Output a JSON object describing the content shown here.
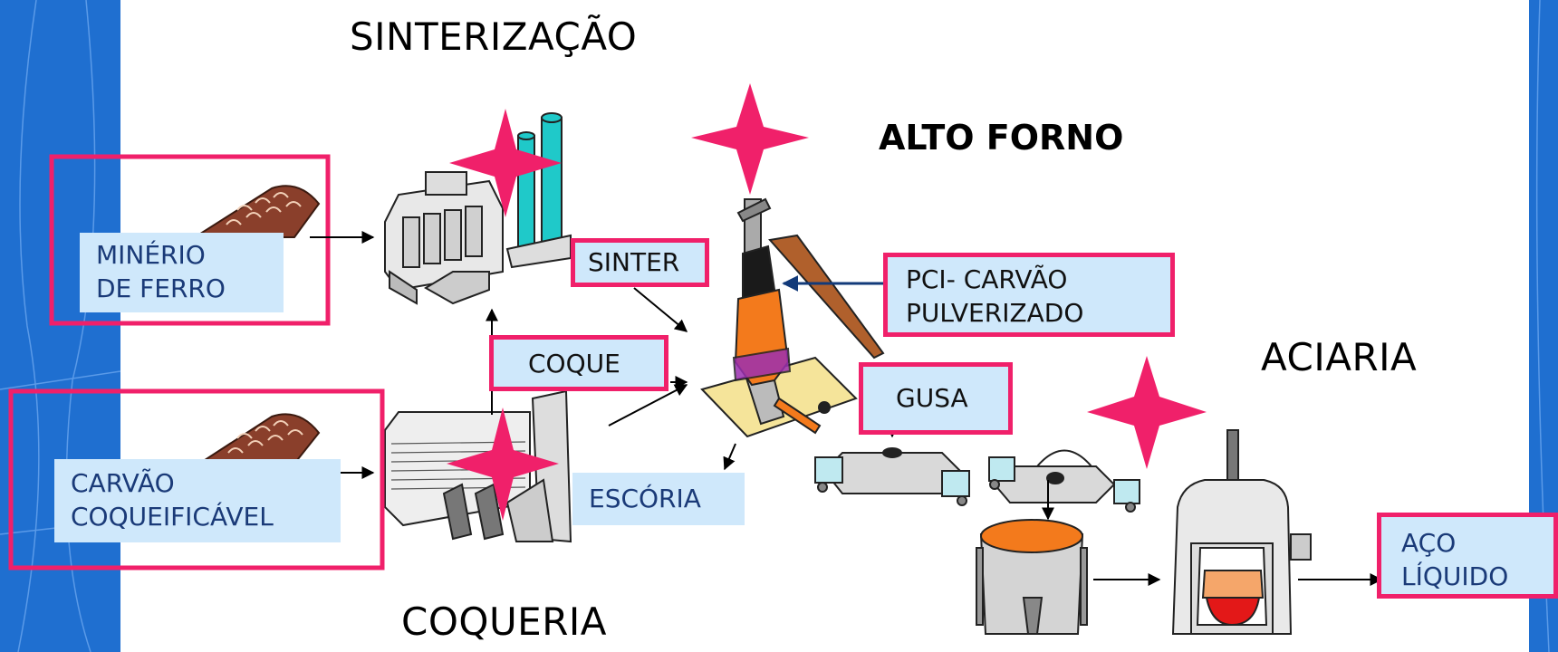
{
  "stages": {
    "sinterizacao": "SINTERIZAÇÃO",
    "alto_forno": "ALTO FORNO",
    "aciaria": "ACIARIA",
    "coqueria": "COQUERIA"
  },
  "materials": {
    "minerio_line1": "MINÉRIO",
    "minerio_line2": "DE FERRO",
    "carvao_line1": "CARVÃO",
    "carvao_line2": "COQUEIFICÁVEL",
    "sinter": "SINTER",
    "coque": "COQUE",
    "pci_line1": "PCI- CARVÃO",
    "pci_line2": "PULVERIZADO",
    "gusa": "GUSA",
    "escoria": "ESCÓRIA",
    "aco_line1": "AÇO",
    "aco_line2": "LÍQUIDO"
  },
  "colors": {
    "side_panel": "#1f6fd0",
    "highlight_frame": "#f0206a",
    "star": "#f0206a",
    "label_box": "#cfe8fb",
    "label_text": "#1a3a78"
  },
  "icons": [
    "ore-pile-icon",
    "coal-pile-icon",
    "sinter-plant-icon",
    "coke-oven-icon",
    "blast-furnace-icon",
    "torpedo-car-icon",
    "ladle-icon",
    "converter-icon",
    "star-icon",
    "arrow-icon"
  ]
}
